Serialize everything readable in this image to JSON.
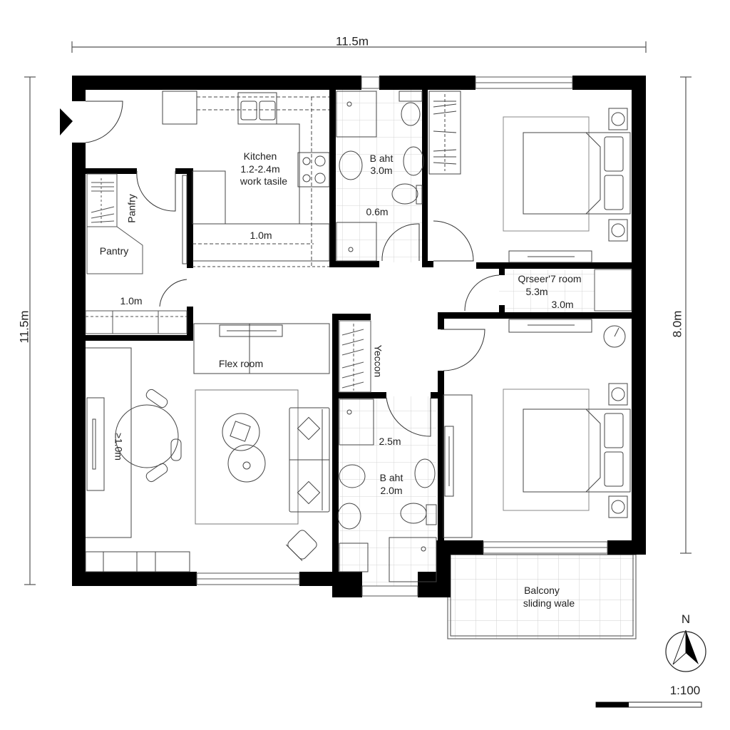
{
  "dimensions": {
    "top_width": "11.5m",
    "left_height": "11.5m",
    "right_height": "8.0m"
  },
  "rooms": {
    "kitchen": {
      "name": "Kitchen",
      "size": "1.2-2.4m",
      "note": "work tasile",
      "counter": "1.0m"
    },
    "pantry_closet": {
      "name": "Panfry"
    },
    "pantry": {
      "name": "Pantry"
    },
    "hall": {
      "width": "1.0m"
    },
    "bath_top": {
      "name": "B aht",
      "size": "3.0m",
      "clearance": "0.6m"
    },
    "queen_room": {
      "name": "Qrseer'7 room",
      "size_a": "5.3m",
      "size_b": "3.0m"
    },
    "flex_room": {
      "name": "Flex room"
    },
    "dining": {
      "size": "≥1.0m"
    },
    "closet": {
      "name": "Yeccon"
    },
    "bath_bottom": {
      "name": "B aht",
      "size": "2.0m",
      "clearance": "2.5m"
    },
    "balcony": {
      "name": "Balcony",
      "note": "sliding wale"
    }
  },
  "legend": {
    "north": "N",
    "scale": "1:100"
  },
  "colors": {
    "wall": "#000000",
    "line": "#444444",
    "tile": "#cfcfcf"
  }
}
